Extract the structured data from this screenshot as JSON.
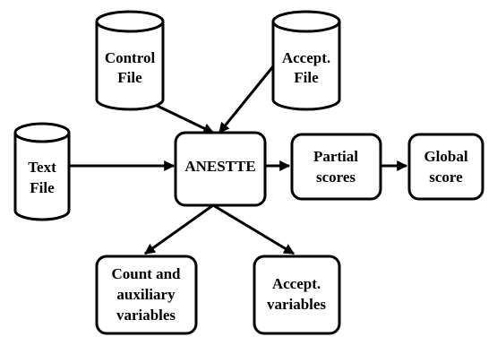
{
  "diagram": {
    "nodes": {
      "control_file": {
        "line1": "Control",
        "line2": "File"
      },
      "accept_file": {
        "line1": "Accept.",
        "line2": "File"
      },
      "text_file": {
        "line1": "Text",
        "line2": "File"
      },
      "anestte": {
        "label": "ANESTTE"
      },
      "partial_scores": {
        "line1": "Partial",
        "line2": "scores"
      },
      "global_score": {
        "line1": "Global",
        "line2": "score"
      },
      "count_aux": {
        "line1": "Count and",
        "line2": "auxiliary",
        "line3": "variables"
      },
      "accept_vars": {
        "line1": "Accept.",
        "line2": "variables"
      }
    },
    "edges": [
      {
        "from": "control_file",
        "to": "anestte"
      },
      {
        "from": "accept_file",
        "to": "anestte"
      },
      {
        "from": "text_file",
        "to": "anestte"
      },
      {
        "from": "anestte",
        "to": "partial_scores"
      },
      {
        "from": "partial_scores",
        "to": "global_score"
      },
      {
        "from": "anestte",
        "to": "count_aux"
      },
      {
        "from": "anestte",
        "to": "accept_vars"
      }
    ]
  }
}
